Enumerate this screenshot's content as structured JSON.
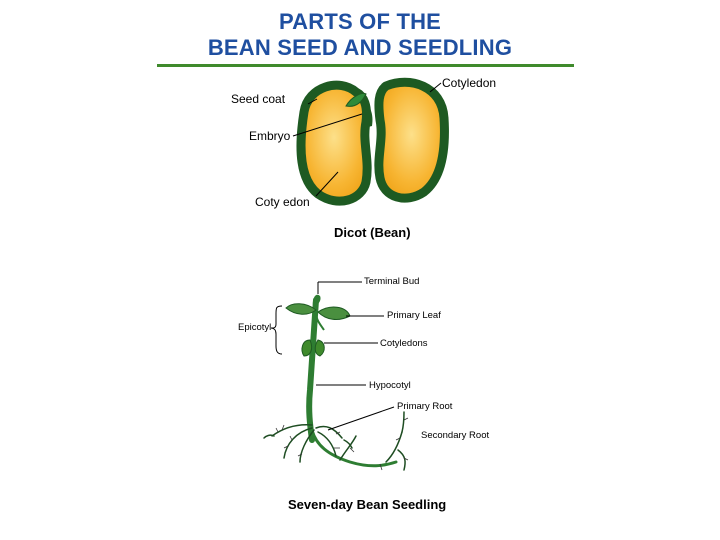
{
  "title": {
    "line1": "PARTS OF THE",
    "line2": "BEAN SEED AND SEEDLING"
  },
  "seed": {
    "labels": {
      "seed_coat": "Seed coat",
      "embryo": "Embryo",
      "cotyledon_bottom": "Coty edon",
      "cotyledon_top": "Cotyledon"
    },
    "caption": "Dicot (Bean)"
  },
  "seedling": {
    "labels": {
      "terminal_bud": "Terminal Bud",
      "primary_leaf": "Primary Leaf",
      "epicotyl": "Epicotyl",
      "cotyledons": "Cotyledons",
      "hypocotyl": "Hypocotyl",
      "primary_root": "Primary Root",
      "secondary_root": "Secondary Root"
    },
    "caption": "Seven-day Bean Seedling"
  },
  "colors": {
    "title_blue": "#1f4fa0",
    "rule_green": "#3f8a2c",
    "seed_coat_green": "#1e5a22",
    "cotyledon_fill": "#f7b532",
    "plant_green": "#2e7d32"
  }
}
